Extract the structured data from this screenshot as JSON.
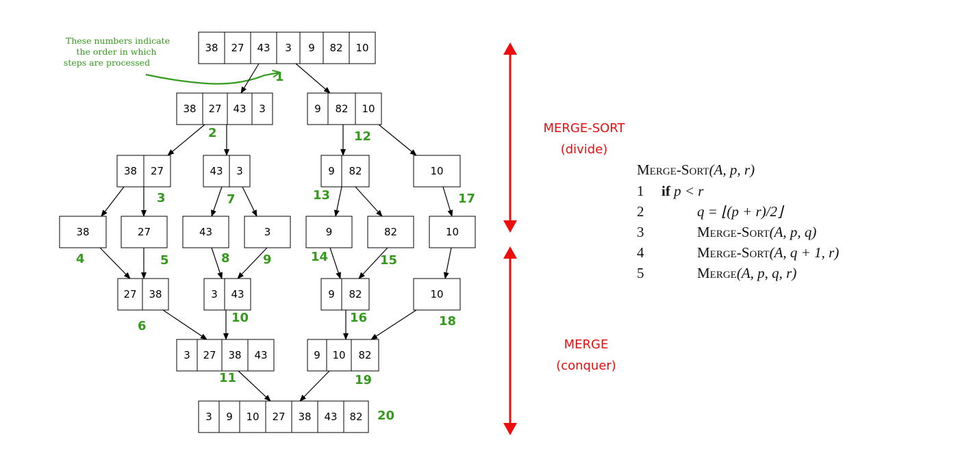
{
  "note": {
    "lines": [
      "These numbers indicate",
      "the order in which",
      "steps are processed"
    ]
  },
  "boxes": [
    {
      "id": "b1",
      "values": [
        "38",
        "27",
        "43",
        "3",
        "9",
        "82",
        "10"
      ],
      "step": "1"
    },
    {
      "id": "b2",
      "values": [
        "38",
        "27",
        "43",
        "3"
      ],
      "step": "2"
    },
    {
      "id": "b12",
      "values": [
        "9",
        "82",
        "10"
      ],
      "step": "12"
    },
    {
      "id": "b3",
      "values": [
        "38",
        "27"
      ],
      "step": "3"
    },
    {
      "id": "b7",
      "values": [
        "43",
        "3"
      ],
      "step": "7"
    },
    {
      "id": "b13",
      "values": [
        "9",
        "82"
      ],
      "step": "13"
    },
    {
      "id": "b17",
      "values": [
        "10"
      ],
      "step": "17"
    },
    {
      "id": "b4",
      "values": [
        "38"
      ],
      "step": "4"
    },
    {
      "id": "b5",
      "values": [
        "27"
      ],
      "step": "5"
    },
    {
      "id": "b8",
      "values": [
        "43"
      ],
      "step": "8"
    },
    {
      "id": "b9",
      "values": [
        "3"
      ],
      "step": "9"
    },
    {
      "id": "b14",
      "values": [
        "9"
      ],
      "step": "14"
    },
    {
      "id": "b15",
      "values": [
        "82"
      ],
      "step": "15"
    },
    {
      "id": "b17c",
      "values": [
        "10"
      ],
      "step": ""
    },
    {
      "id": "b6",
      "values": [
        "27",
        "38"
      ],
      "step": "6"
    },
    {
      "id": "b10",
      "values": [
        "3",
        "43"
      ],
      "step": "10"
    },
    {
      "id": "b16",
      "values": [
        "9",
        "82"
      ],
      "step": "16"
    },
    {
      "id": "b18",
      "values": [
        "10"
      ],
      "step": "18"
    },
    {
      "id": "b11",
      "values": [
        "3",
        "27",
        "38",
        "43"
      ],
      "step": "11"
    },
    {
      "id": "b19",
      "values": [
        "9",
        "10",
        "82"
      ],
      "step": "19"
    },
    {
      "id": "b20",
      "values": [
        "3",
        "9",
        "10",
        "27",
        "38",
        "43",
        "82"
      ],
      "step": "20"
    }
  ],
  "phases": {
    "divide": {
      "line1": "MERGE-SORT",
      "line2": "(divide)"
    },
    "conquer": {
      "line1": "MERGE",
      "line2": "(conquer)"
    }
  },
  "algorithm": {
    "title_name": "Merge-Sort",
    "title_args": "(A, p, r)",
    "lines": [
      {
        "num": "1",
        "kw": "if",
        "text": "p < r"
      },
      {
        "num": "2",
        "text": "q = ⌊(p + r)/2⌋"
      },
      {
        "num": "3",
        "name": "Merge-Sort",
        "args": "(A, p, q)"
      },
      {
        "num": "4",
        "name": "Merge-Sort",
        "args": "(A, q + 1, r)"
      },
      {
        "num": "5",
        "name": "Merge",
        "args": "(A, p, q, r)"
      }
    ]
  },
  "colors": {
    "step_numbers": "#339a1c",
    "phase_labels": "#ee0d0d",
    "arrows": "#000000"
  }
}
